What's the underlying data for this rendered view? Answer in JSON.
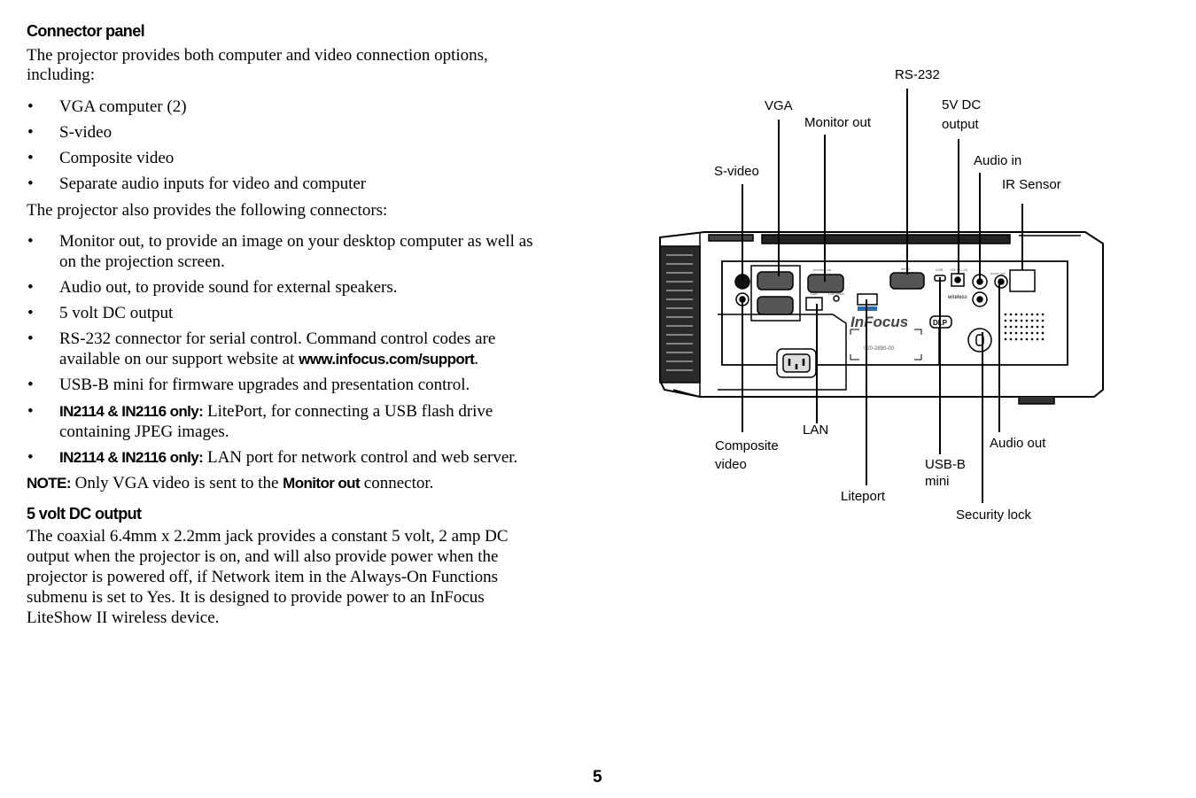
{
  "heading1": "Connector panel",
  "intro": [
    "The projector provides both computer and video connection options,",
    "including:"
  ],
  "list1": [
    "VGA computer (2)",
    "S-video",
    "Composite video",
    "Separate audio inputs for video and computer"
  ],
  "also": "The projector also provides the following connectors:",
  "list2": {
    "monitor": [
      "Monitor out, to provide an image on your desktop computer as well as",
      "on the projection screen."
    ],
    "audio": "Audio out, to provide sound for external speakers.",
    "dc": "5 volt DC output",
    "rs232_a": "RS-232 connector for serial control. Command control codes are",
    "rs232_b": "available on our support website at ",
    "rs232_link": "www.infocus.com/support",
    "rs232_end": ".",
    "usb": "USB-B mini for firmware upgrades and presentation control.",
    "only": "IN2114 & IN2116 only:",
    "liteport_a": " LitePort, for connecting a USB flash drive",
    "liteport_b": "containing JPEG images.",
    "lan": " LAN port for network control and web server."
  },
  "note": {
    "label": "NOTE:",
    "text1": " Only VGA video is sent to the ",
    "bold": "Monitor out",
    "text2": " connector."
  },
  "heading2": "5 volt DC output",
  "para2": [
    "The coaxial 6.4mm x 2.2mm jack provides a constant 5 volt, 2 amp DC",
    "output when the projector is on, and will also provide power when the",
    "projector is powered off, if Network item in the Always-On Functions",
    "submenu is set to Yes. It is designed to provide power to an InFocus",
    "LiteShow II wireless device."
  ],
  "page_number": "5",
  "diagram_labels": {
    "rs232": "RS-232",
    "vga": "VGA",
    "monitor_out": "Monitor out",
    "dc5v_1": "5V DC",
    "dc5v_2": "output",
    "audio_in": "Audio in",
    "svideo": "S-video",
    "ir_sensor": "IR Sensor",
    "lan": "LAN",
    "composite_1": "Composite",
    "composite_2": "video",
    "audio_out": "Audio out",
    "usbb_1": "USB-B",
    "usbb_2": "mini",
    "liteport": "Liteport",
    "security": "Security lock"
  },
  "device_text": {
    "brand": "InFocus",
    "dlp": "DLP",
    "model_no": "020-2890-00",
    "wireless": "wireless",
    "monitor_out": "monitor out",
    "serial": "serial",
    "lan": "LAN",
    "lan_reset": "LAN reset",
    "usb": "USB",
    "dc": "+5V DC 2A",
    "audio_out": "audio out"
  }
}
